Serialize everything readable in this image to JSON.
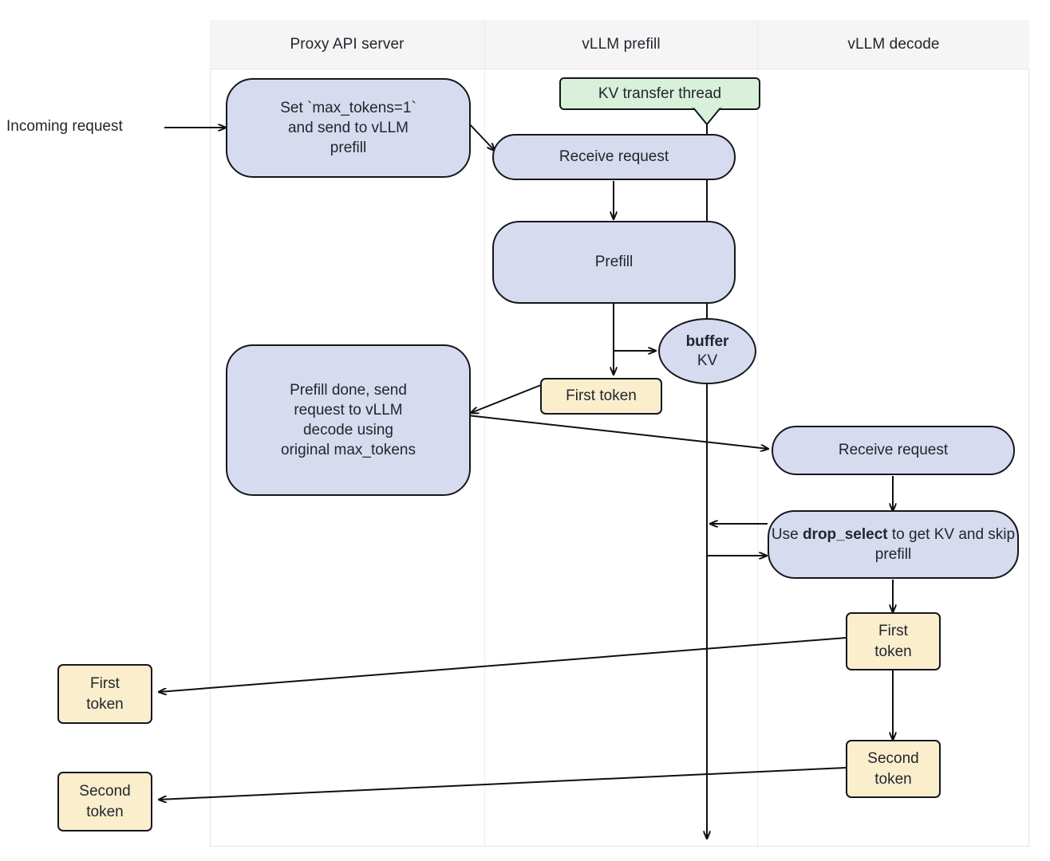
{
  "diagram": {
    "title": "vLLM disaggregated prefill sequence",
    "background": "#ffffff",
    "colors": {
      "process_fill": "#d6dbef",
      "token_fill": "#fbeecd",
      "note_fill": "#d9f0da",
      "lane_header_fill": "#f5f5f5",
      "stroke": "#15171c",
      "lane_border": "#e3e3e6"
    }
  },
  "lanes": [
    {
      "label": "Proxy API server"
    },
    {
      "label": "vLLM prefill"
    },
    {
      "label": "vLLM decode"
    }
  ],
  "external": {
    "incoming_request": "Incoming request"
  },
  "nodes": {
    "proxy_set_max_tokens": "Set `max_tokens=1` and send to vLLM prefill",
    "proxy_prefill_done": "Prefill done, send request to vLLM decode using original max_tokens",
    "proxy_first_token": "First token",
    "proxy_second_token": "Second token",
    "prefill_receive_request": "Receive request",
    "prefill_prefill": "Prefill",
    "prefill_first_token": "First token",
    "kv_transfer_thread": "KV transfer thread",
    "buffer_title": "buffer",
    "buffer_subtitle": "KV",
    "decode_receive_request": "Receive request",
    "decode_drop_select_prefix": "Use ",
    "decode_drop_select_bold": "drop_select",
    "decode_drop_select_suffix": " to get KV and skip prefill",
    "decode_first_token": "First token",
    "decode_second_token": "Second token"
  },
  "node_lines": {
    "proxy_set_max_tokens": [
      "Set `max_tokens=1`",
      "and send to vLLM",
      "prefill"
    ],
    "proxy_prefill_done": [
      "Prefill done, send",
      "request to vLLM",
      "decode using",
      "original max_tokens"
    ],
    "proxy_first_token": [
      "First",
      "token"
    ],
    "proxy_second_token": [
      "Second",
      "token"
    ],
    "prefill_first_token": [
      "First token"
    ],
    "decode_first_token": [
      "First",
      "token"
    ],
    "decode_second_token": [
      "Second",
      "token"
    ],
    "decode_drop_select": [
      "Use drop_select to",
      "get KV and skip prefill"
    ]
  }
}
